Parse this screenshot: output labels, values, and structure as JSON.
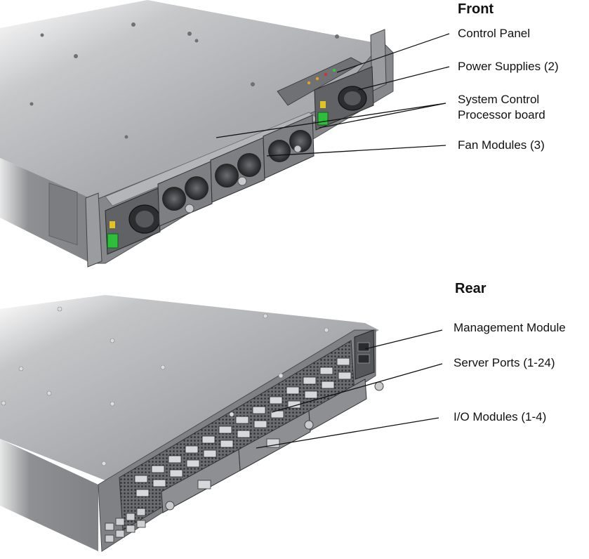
{
  "sections": {
    "front": {
      "heading": "Front",
      "callouts": [
        {
          "id": "control-panel",
          "text": "Control Panel"
        },
        {
          "id": "power-supplies",
          "text": "Power Supplies (2)"
        },
        {
          "id": "scp-board-line1",
          "text": "System Control"
        },
        {
          "id": "scp-board-line2",
          "text": "Processor board"
        },
        {
          "id": "fan-modules",
          "text": "Fan Modules (3)"
        }
      ]
    },
    "rear": {
      "heading": "Rear",
      "callouts": [
        {
          "id": "management-module",
          "text": "Management Module"
        },
        {
          "id": "server-ports",
          "text": "Server Ports (1-24)"
        },
        {
          "id": "io-modules",
          "text": "I/O Modules (1-4)"
        }
      ]
    }
  },
  "colors": {
    "chassis_top": "#a3a5a8",
    "chassis_top_light": "#c9cacc",
    "chassis_side": "#8d8f92",
    "chassis_dark": "#55575a",
    "accent_green": "#2dbf3a",
    "accent_yellow": "#e2c320",
    "callout_line": "#111111"
  }
}
